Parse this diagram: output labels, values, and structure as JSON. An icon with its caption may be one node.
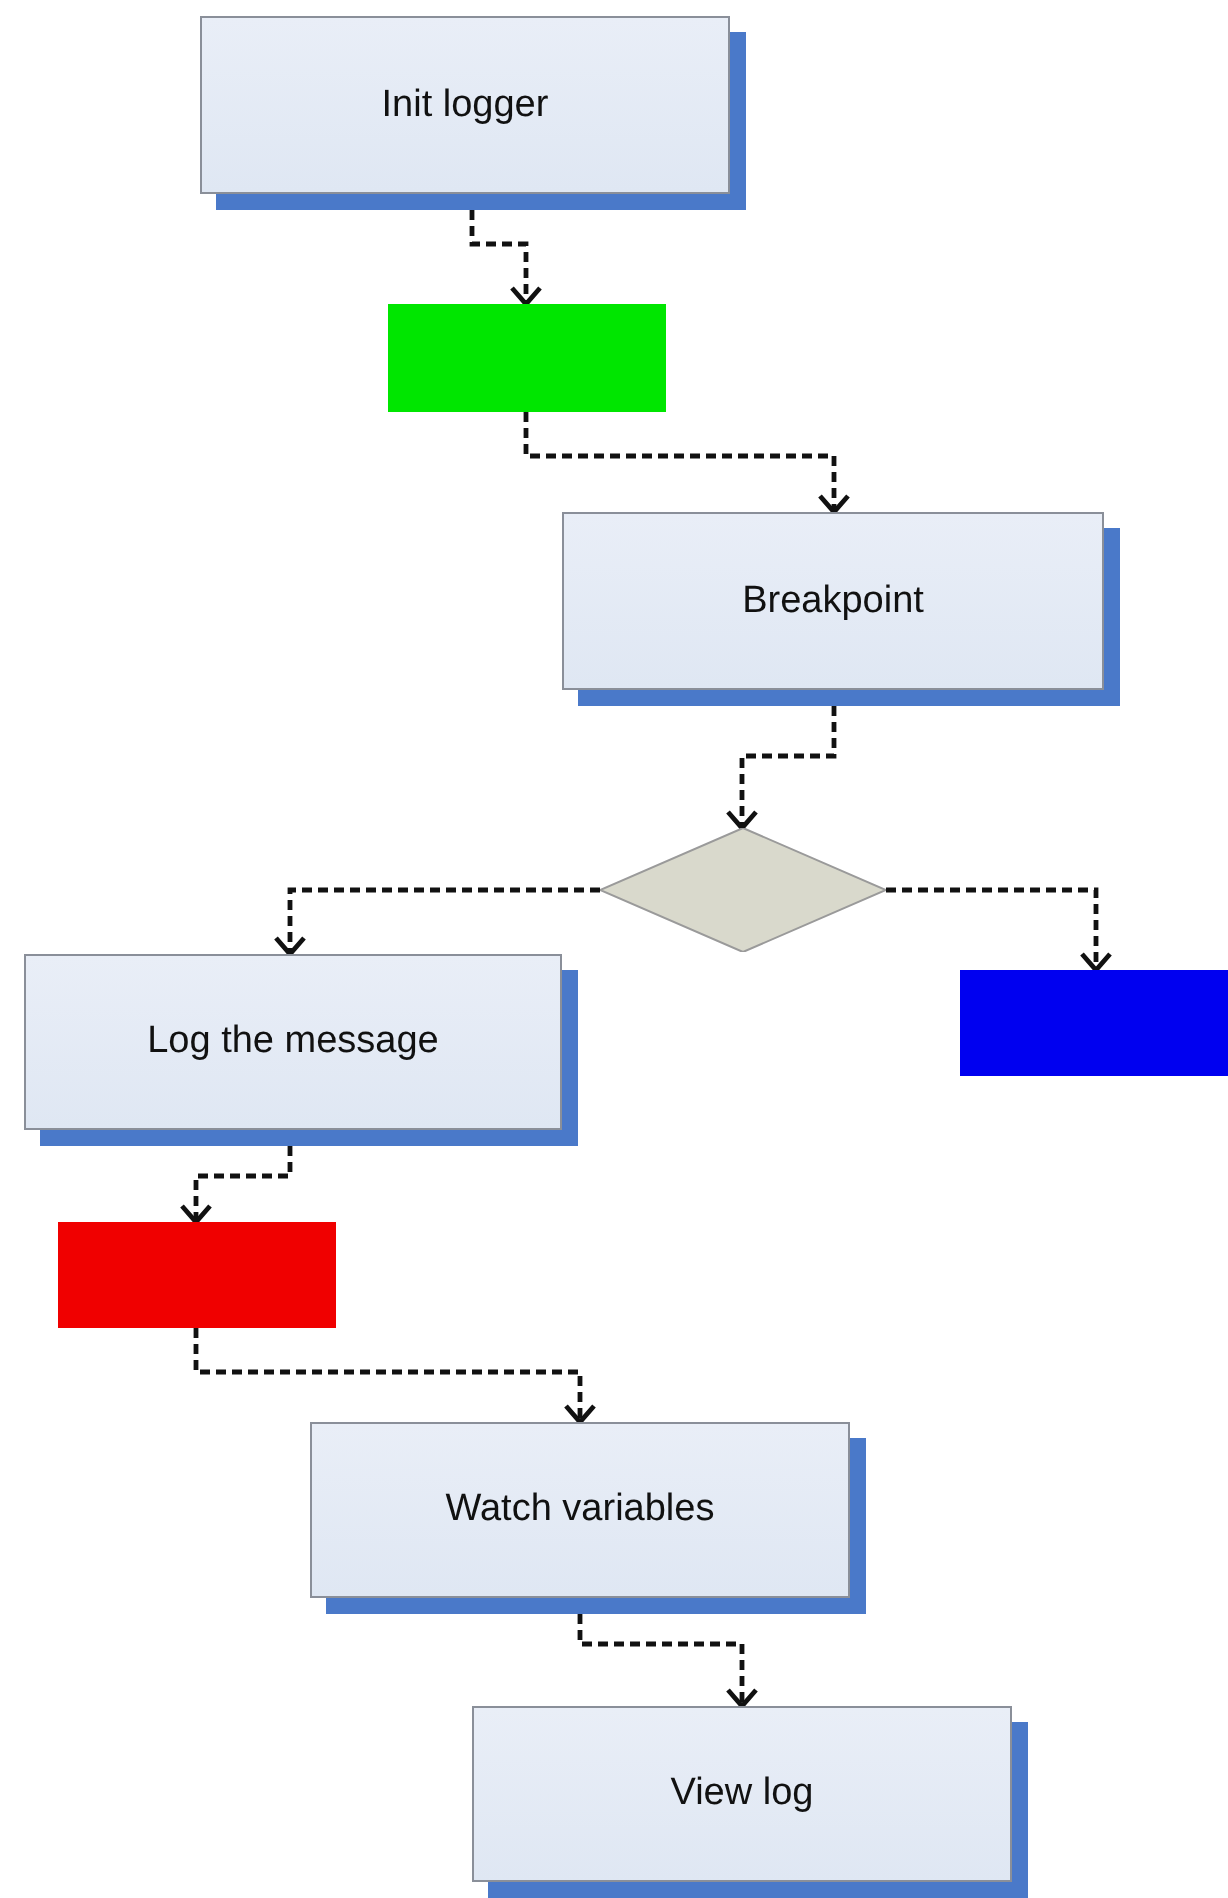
{
  "diagram": {
    "nodes": [
      {
        "text": [
          "Init logger"
        ]
      },
      {
        "text": [],
        "shape": "box"
      },
      {
        "text": [
          "Breakpoint"
        ]
      },
      {
        "text": [],
        "shape": "diamond"
      },
      {
        "text": [
          "Log the message"
        ]
      },
      {
        "text": [],
        "shape": "box"
      },
      {
        "text": [],
        "shape": "box"
      },
      {
        "text": [
          "Watch variables"
        ]
      },
      {
        "text": [
          "View log"
        ]
      }
    ],
    "edges": [
      {
        "from": 0,
        "to": 1,
        "arrow": "to"
      },
      {
        "from": 1,
        "to": 2,
        "arrow": "to"
      },
      {
        "from": 2,
        "to": 3,
        "arrow": "to"
      },
      {
        "from": 3,
        "to": 4,
        "arrow": "to"
      },
      {
        "from": 3,
        "to": 5,
        "arrow": "to"
      },
      {
        "from": 4,
        "to": 6,
        "arrow": "to"
      },
      {
        "from": 6,
        "to": 7,
        "arrow": "to"
      },
      {
        "from": 7,
        "to": 8,
        "arrow": "to"
      }
    ]
  }
}
